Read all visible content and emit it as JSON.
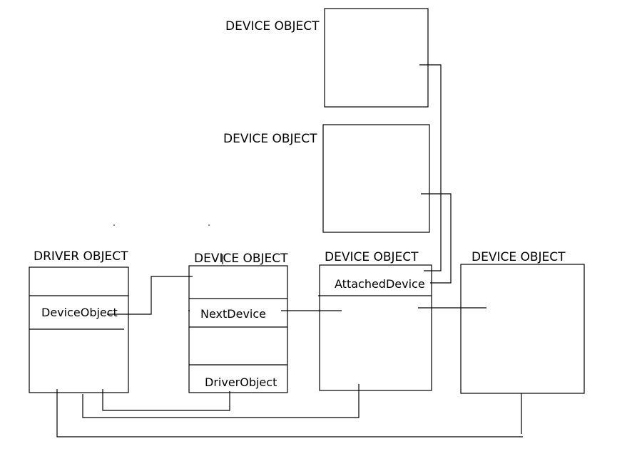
{
  "labels": {
    "device_top": "DEVICE OBJECT",
    "device_middle": "DEVICE OBJECT",
    "driver": "DRIVER OBJECT",
    "device_1": "DEVICE OBJECT",
    "device_2": "DEVICE OBJECT",
    "device_3": "DEVICE OBJECT"
  },
  "fields": {
    "driver_device_object": "DeviceObject",
    "device1_next_device": "NextDevice",
    "device1_driver_object": "DriverObject",
    "device2_attached_device": "AttachedDevice"
  }
}
